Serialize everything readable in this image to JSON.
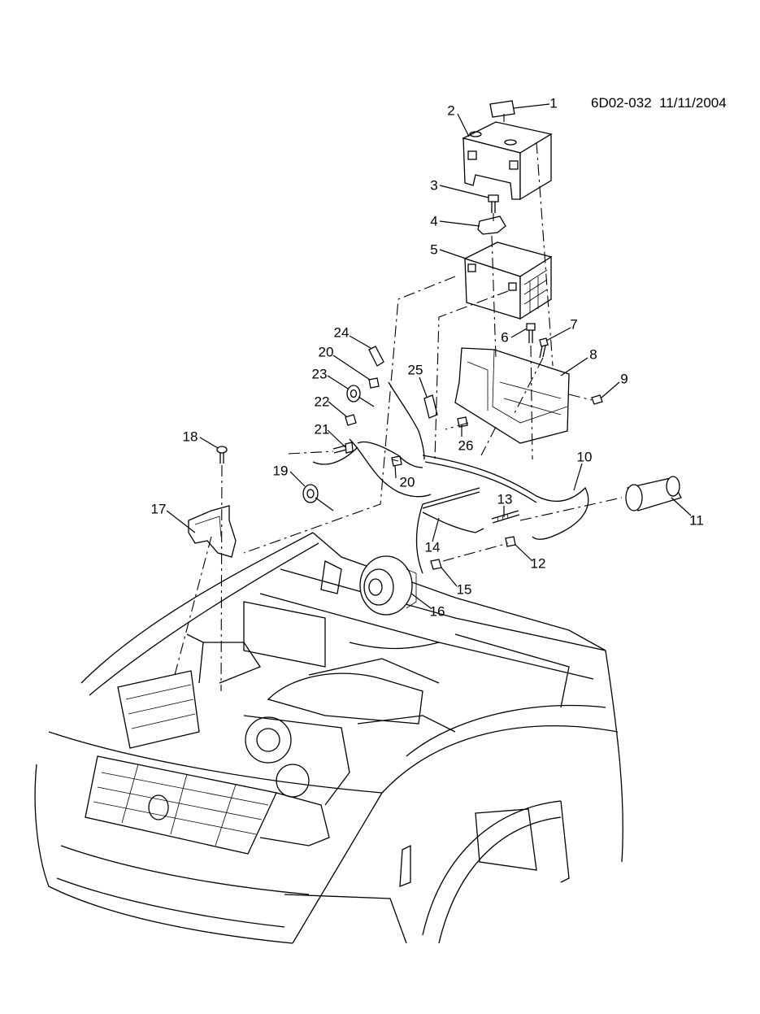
{
  "header": {
    "diagram_code": "6D02-032",
    "date": "11/11/2004"
  },
  "callouts": [
    "1",
    "2",
    "3",
    "4",
    "5",
    "6",
    "7",
    "8",
    "9",
    "10",
    "11",
    "12",
    "13",
    "14",
    "15",
    "16",
    "17",
    "18",
    "19",
    "20",
    "20",
    "21",
    "22",
    "23",
    "24",
    "25",
    "26"
  ]
}
